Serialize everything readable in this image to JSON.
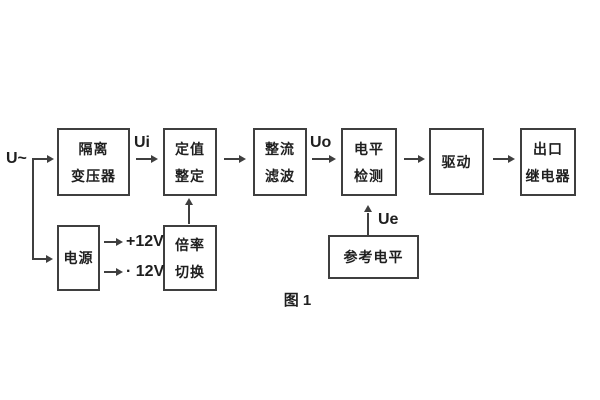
{
  "diagram": {
    "caption": "图 1",
    "source_label": "U~",
    "signals": {
      "ui": "Ui",
      "uo": "Uo",
      "ue": "Ue",
      "plus_12v": "+12V",
      "minus_12v": "· 12V"
    },
    "boxes": {
      "isolation_transformer": {
        "lines": [
          "隔离",
          "变压器"
        ]
      },
      "value_setting": {
        "lines": [
          "定值",
          "整定"
        ]
      },
      "rectify_filter": {
        "lines": [
          "整流",
          "滤波"
        ]
      },
      "level_detect": {
        "lines": [
          "电平",
          "检测"
        ]
      },
      "drive": {
        "lines": [
          "驱动"
        ]
      },
      "output_relay": {
        "lines": [
          "出口",
          "继电器"
        ]
      },
      "power": {
        "lines": [
          "电源"
        ]
      },
      "ratio_switch": {
        "lines": [
          "倍率",
          "切换"
        ]
      },
      "reference_level": {
        "lines": [
          "参考电平"
        ]
      }
    },
    "colors": {
      "line": "#3f3f3f",
      "text": "#1f1f1f",
      "background": "#ffffff"
    }
  }
}
